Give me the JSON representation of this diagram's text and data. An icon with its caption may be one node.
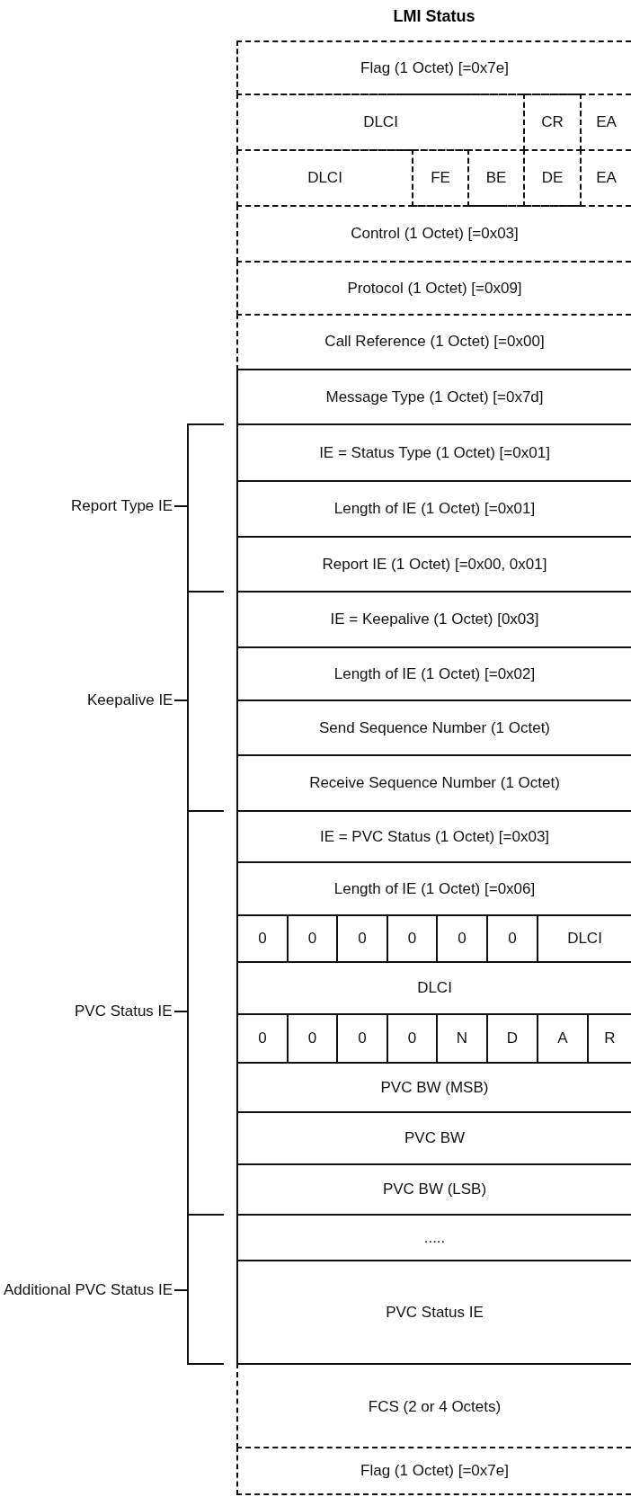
{
  "diagram": {
    "title": "LMI Status",
    "labels": [
      "Flag (1 Octet) [=0x7e]",
      "DLCI",
      "CR",
      "EA",
      "DLCI",
      "FE",
      "BE",
      "DE",
      "EA",
      "Control (1 Octet) [=0x03]",
      "Protocol (1 Octet) [=0x09]",
      "Call Reference (1 Octet) [=0x00]",
      "Message Type (1 Octet) [=0x7d]",
      "IE = Status Type (1 Octet) [=0x01]",
      "Report Type IE",
      "Length of IE (1 Octet) [=0x01]",
      "Report IE (1 Octet) [=0x00, 0x01]",
      "IE = Keepalive (1 Octet) [0x03]",
      "Length of IE (1 Octet) [=0x02]",
      "Keepalive IE",
      "Send Sequence Number (1 Octet)",
      "Receive Sequence Number (1 Octet)",
      "IE = PVC Status (1 Octet) [=0x03]",
      "Length of IE (1 Octet) [=0x06]",
      "0",
      "0",
      "0",
      "0",
      "0",
      "0",
      "DLCI",
      "DLCI",
      "PVC Status IE",
      "0",
      "0",
      "0",
      "0",
      "N",
      "D",
      "A",
      "R",
      "PVC BW (MSB)",
      "PVC BW",
      "PVC BW (LSB)",
      ".....",
      "Additional PVC Status IE",
      "PVC Status IE",
      "FCS (2 or 4 Octets)",
      "Flag (1 Octet) [=0x7e]"
    ]
  }
}
